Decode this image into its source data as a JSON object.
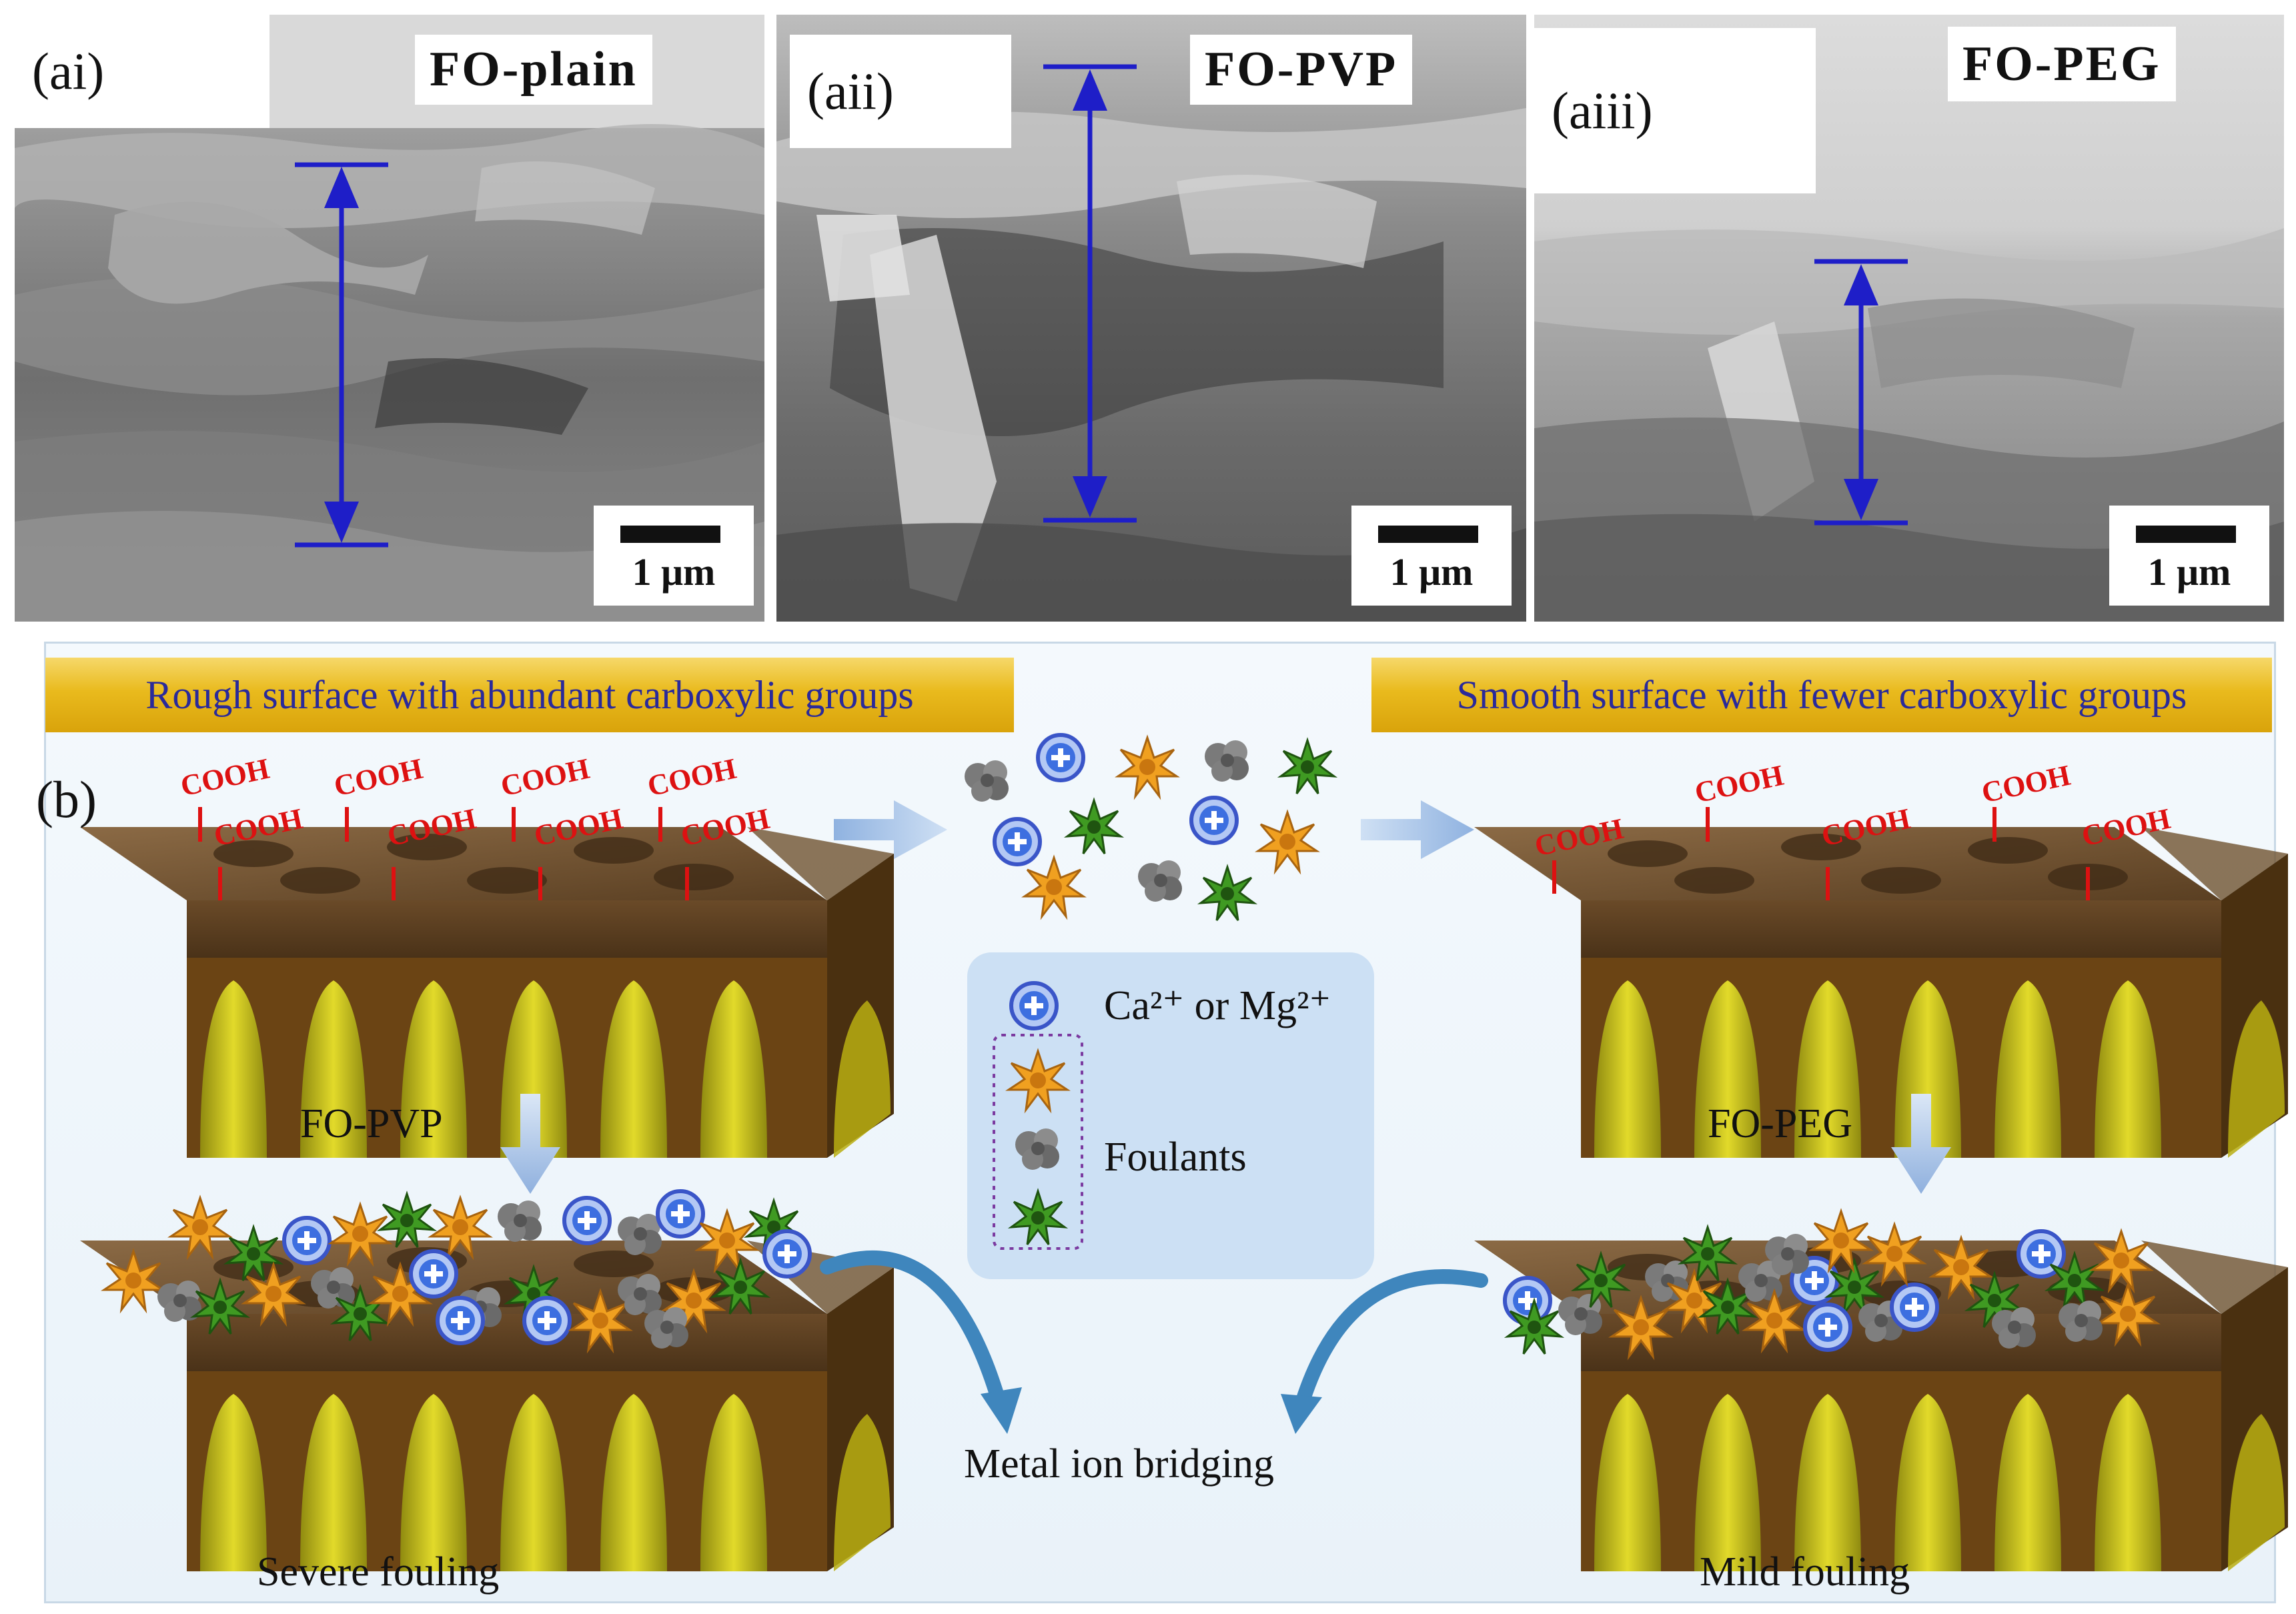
{
  "sem_panels": [
    {
      "label": "(ai)",
      "title": "FO-plain",
      "scale": "1 μm"
    },
    {
      "label": "(aii)",
      "title": "FO-PVP",
      "scale": "1 μm"
    },
    {
      "label": "(aiii)",
      "title": "FO-PEG",
      "scale": "1 μm"
    }
  ],
  "scheme": {
    "label": "(b)",
    "left_banner": "Rough surface with abundant carboxylic groups",
    "right_banner": "Smooth surface with fewer carboxylic groups",
    "group_label": "COOH",
    "left_step": "FO-PVP",
    "right_step": "FO-PEG",
    "legend": {
      "ion": "Ca²⁺ or Mg²⁺",
      "foulants": "Foulants"
    },
    "bridging": "Metal ion bridging",
    "left_result": "Severe fouling",
    "right_result": "Mild fouling"
  },
  "colors": {
    "measure_arrow": "#1e1ec8",
    "banner_text": "#2a2a9a",
    "cooh": "#dd1111",
    "ion": "#3d6fe0",
    "foulant_orange": "#f0a020",
    "foulant_gray": "#7a7a7a",
    "foulant_green": "#3f9a22"
  }
}
